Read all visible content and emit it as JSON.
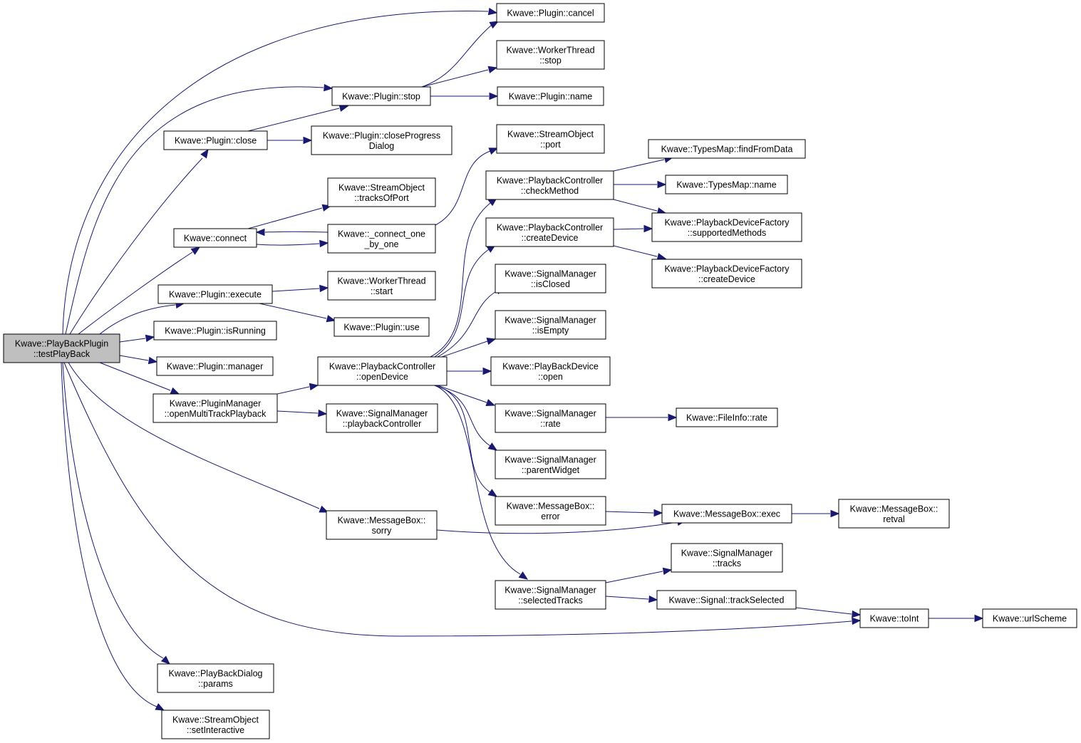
{
  "colors": {
    "edge": "#191970",
    "node_border": "#000000",
    "root_fill": "#bfbfbf",
    "node_fill": "#ffffff"
  },
  "nodes": {
    "testPlayBack": {
      "lines": [
        "Kwave::PlayBackPlugin",
        "::testPlayBack"
      ]
    },
    "pluginClose": {
      "lines": [
        "Kwave::Plugin::close"
      ]
    },
    "connect": {
      "lines": [
        "Kwave::connect"
      ]
    },
    "pluginExecute": {
      "lines": [
        "Kwave::Plugin::execute"
      ]
    },
    "pluginIsRunning": {
      "lines": [
        "Kwave::Plugin::isRunning"
      ]
    },
    "pluginManager": {
      "lines": [
        "Kwave::Plugin::manager"
      ]
    },
    "openMultiTrack": {
      "lines": [
        "Kwave::PluginManager",
        "::openMultiTrackPlayback"
      ]
    },
    "playBackDialogParams": {
      "lines": [
        "Kwave::PlayBackDialog",
        "::params"
      ]
    },
    "setInteractive": {
      "lines": [
        "Kwave::StreamObject",
        "::setInteractive"
      ]
    },
    "pluginCancel": {
      "lines": [
        "Kwave::Plugin::cancel"
      ]
    },
    "pluginStop": {
      "lines": [
        "Kwave::Plugin::stop"
      ]
    },
    "workerStop": {
      "lines": [
        "Kwave::WorkerThread",
        "::stop"
      ]
    },
    "pluginName": {
      "lines": [
        "Kwave::Plugin::name"
      ]
    },
    "closeProgress": {
      "lines": [
        "Kwave::Plugin::closeProgress",
        "Dialog"
      ]
    },
    "tracksOfPort": {
      "lines": [
        "Kwave::StreamObject",
        "::tracksOfPort"
      ]
    },
    "connectOneByOne": {
      "lines": [
        "Kwave::_connect_one",
        "_by_one"
      ]
    },
    "workerStart": {
      "lines": [
        "Kwave::WorkerThread",
        "::start"
      ]
    },
    "pluginUse": {
      "lines": [
        "Kwave::Plugin::use"
      ]
    },
    "openDevice": {
      "lines": [
        "Kwave::PlaybackController",
        "::openDevice"
      ]
    },
    "playbackController": {
      "lines": [
        "Kwave::SignalManager",
        "::playbackController"
      ]
    },
    "sorry": {
      "lines": [
        "Kwave::MessageBox::",
        "sorry"
      ]
    },
    "port": {
      "lines": [
        "Kwave::StreamObject",
        "::port"
      ]
    },
    "checkMethod": {
      "lines": [
        "Kwave::PlaybackController",
        "::checkMethod"
      ]
    },
    "createDevicePC": {
      "lines": [
        "Kwave::PlaybackController",
        "::createDevice"
      ]
    },
    "isClosed": {
      "lines": [
        "Kwave::SignalManager",
        "::isClosed"
      ]
    },
    "isEmpty": {
      "lines": [
        "Kwave::SignalManager",
        "::isEmpty"
      ]
    },
    "pbdOpen": {
      "lines": [
        "Kwave::PlayBackDevice",
        "::open"
      ]
    },
    "smRate": {
      "lines": [
        "Kwave::SignalManager",
        "::rate"
      ]
    },
    "parentWidget": {
      "lines": [
        "Kwave::SignalManager",
        "::parentWidget"
      ]
    },
    "mbError": {
      "lines": [
        "Kwave::MessageBox::",
        "error"
      ]
    },
    "selectedTracks": {
      "lines": [
        "Kwave::SignalManager",
        "::selectedTracks"
      ]
    },
    "findFromData": {
      "lines": [
        "Kwave::TypesMap::findFromData"
      ]
    },
    "typesMapName": {
      "lines": [
        "Kwave::TypesMap::name"
      ]
    },
    "supportedMethods": {
      "lines": [
        "Kwave::PlaybackDeviceFactory",
        "::supportedMethods"
      ]
    },
    "createDeviceF": {
      "lines": [
        "Kwave::PlaybackDeviceFactory",
        "::createDevice"
      ]
    },
    "fileInfoRate": {
      "lines": [
        "Kwave::FileInfo::rate"
      ]
    },
    "mbExec": {
      "lines": [
        "Kwave::MessageBox::exec"
      ]
    },
    "smTracks": {
      "lines": [
        "Kwave::SignalManager",
        "::tracks"
      ]
    },
    "trackSelected": {
      "lines": [
        "Kwave::Signal::trackSelected"
      ]
    },
    "retval": {
      "lines": [
        "Kwave::MessageBox::",
        "retval"
      ]
    },
    "toInt": {
      "lines": [
        "Kwave::toInt"
      ]
    },
    "urlScheme": {
      "lines": [
        "Kwave::urlScheme"
      ]
    }
  }
}
